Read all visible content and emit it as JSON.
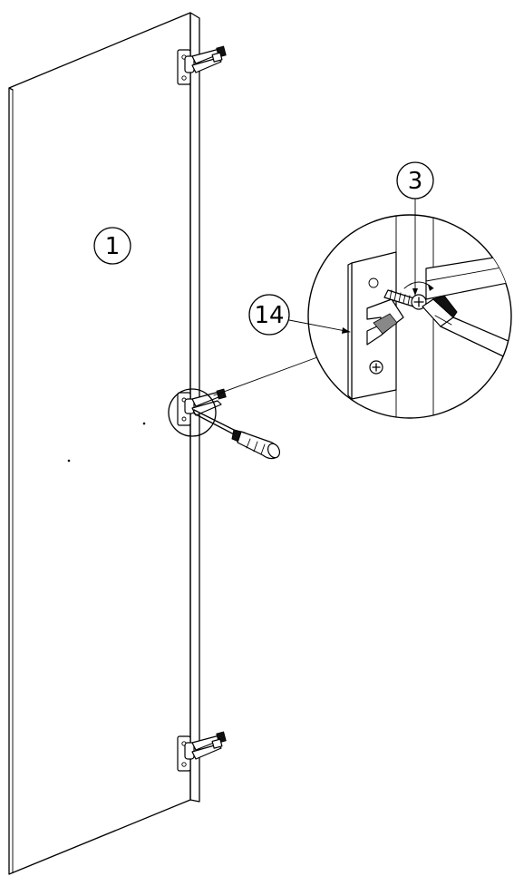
{
  "callouts": {
    "door": "1",
    "screw": "3",
    "latch_plate": "14"
  },
  "icons": {
    "panel": "door-panel-icon",
    "hinge": "hinge-icon",
    "screwdriver": "screwdriver-icon",
    "detail": "magnified-detail-icon"
  },
  "colors": {
    "line": "#000000",
    "background": "#ffffff",
    "shade": "#888888"
  }
}
